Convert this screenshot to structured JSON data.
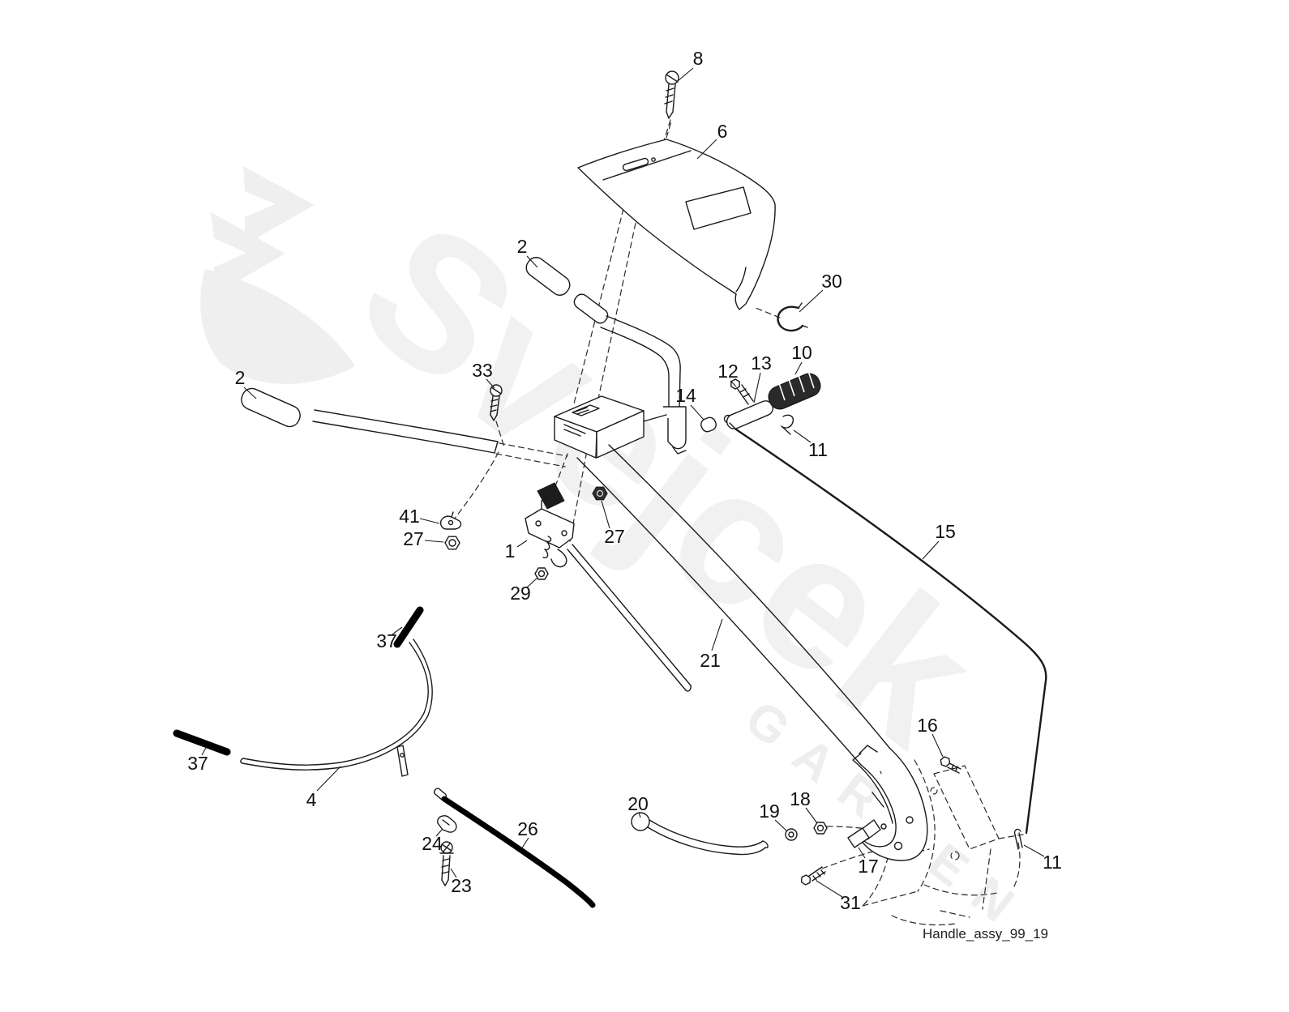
{
  "diagram": {
    "caption": "Handle_assy_99_19",
    "watermark": {
      "brand": "Svejcek",
      "subtitle": "GARDEN"
    },
    "colors": {
      "ink": "#1a1a1a",
      "watermark": "#f0f0f0",
      "highlight_black": "#000000",
      "background": "#ffffff"
    },
    "part_labels": {
      "p8": "8",
      "p6": "6",
      "p2a": "2",
      "p2b": "2",
      "p30": "30",
      "p33": "33",
      "p10": "10",
      "p12": "12",
      "p13": "13",
      "p14": "14",
      "p11a": "11",
      "p11b": "11",
      "p41": "41",
      "p27a": "27",
      "p27b": "27",
      "p1": "1",
      "p29": "29",
      "p15": "15",
      "p21": "21",
      "p37a": "37",
      "p37b": "37",
      "p4": "4",
      "p16": "16",
      "p20": "20",
      "p19": "19",
      "p18": "18",
      "p24": "24",
      "p26": "26",
      "p23": "23",
      "p17": "17",
      "p31": "31"
    }
  }
}
